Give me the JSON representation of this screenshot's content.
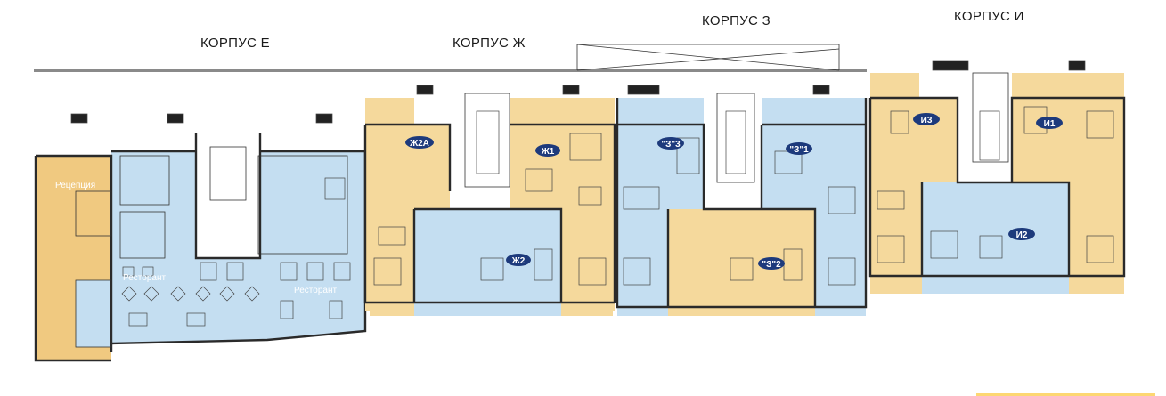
{
  "headings": {
    "korpus_e": "КОРПУС Е",
    "korpus_zh": "КОРПУС Ж",
    "korpus_z": "КОРПУС З",
    "korpus_i": "КОРПУС И"
  },
  "rooms": {
    "reception": "Рецепция",
    "restaurant_1": "Ресторант",
    "restaurant_2": "Ресторант"
  },
  "apartments": [
    {
      "label": "Ж2А",
      "color": "yellow"
    },
    {
      "label": "Ж1",
      "color": "yellow"
    },
    {
      "label": "Ж2",
      "color": "blue"
    },
    {
      "label": "\"З\"3",
      "color": "blue"
    },
    {
      "label": "\"З\"1",
      "color": "blue"
    },
    {
      "label": "\"З\"2",
      "color": "yellow"
    },
    {
      "label": "И3",
      "color": "yellow"
    },
    {
      "label": "И1",
      "color": "yellow"
    },
    {
      "label": "И2",
      "color": "blue"
    }
  ],
  "colors": {
    "yellow": "#f5d99c",
    "reception": "#f0c980",
    "blue": "#c4def1",
    "badge": "#1d3a7c",
    "accent_bar": "#fdd772"
  }
}
